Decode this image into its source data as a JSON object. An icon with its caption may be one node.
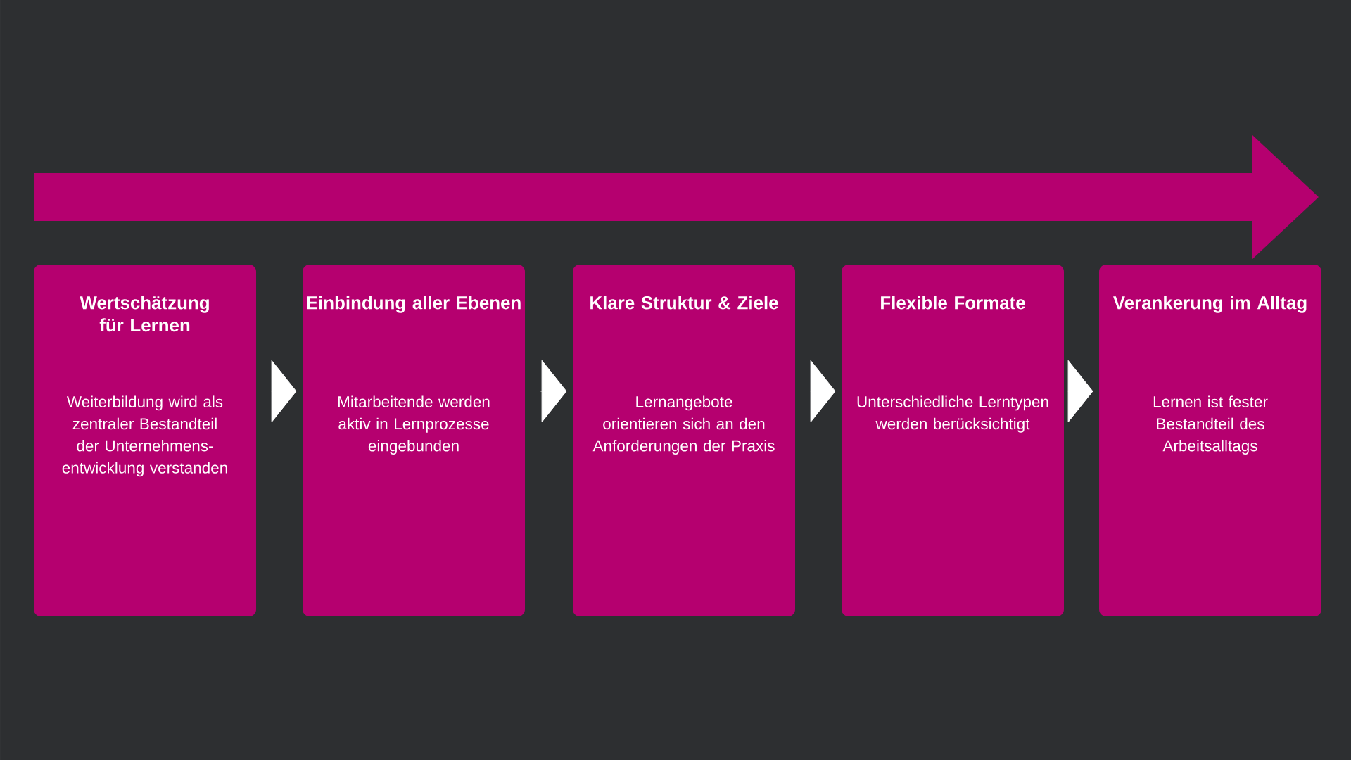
{
  "diagram": {
    "nodes": [
      {
        "text": [
          "Wertschätzung für Lernen",
          "Weiterbildung wird als zentraler Bestandteil der Unternehmens- entwicklung verstanden"
        ]
      },
      {
        "text": [
          "Einbindung aller Ebenen",
          "Mitarbeitende werden aktiv in Lernprozesse eingebunden"
        ]
      },
      {
        "text": [
          "Klare Struktur & Ziele",
          "Lernangebote orientieren sich an den Anforderungen der Praxis"
        ]
      },
      {
        "text": [
          "Flexible Formate",
          "Unterschiedliche Lerntypen werden berücksichtigt"
        ]
      },
      {
        "text": [
          "Verankerung im Alltag",
          "Lernen ist fester Bestandteil des Arbeitsalltags"
        ]
      }
    ],
    "edges": [
      {
        "from": 0,
        "to": 1,
        "arrow": "to"
      },
      {
        "from": 1,
        "to": 2,
        "arrow": "to"
      },
      {
        "from": 2,
        "to": 3,
        "arrow": "to"
      },
      {
        "from": 3,
        "to": 4,
        "arrow": "to"
      }
    ]
  }
}
